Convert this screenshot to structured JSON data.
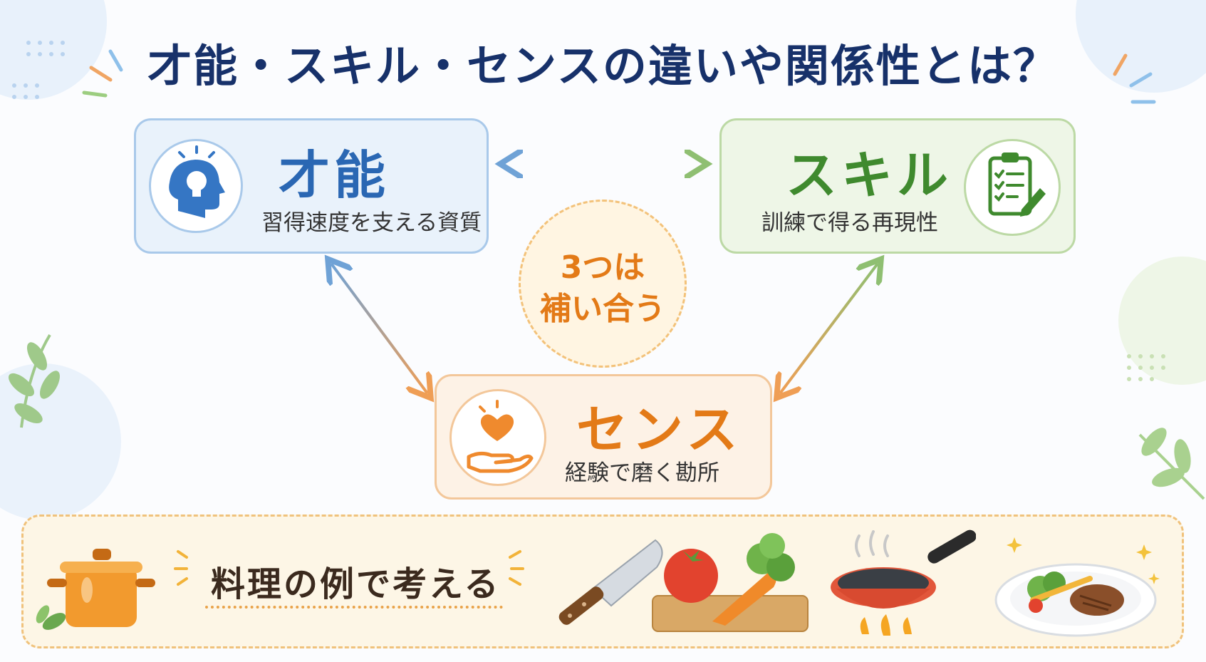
{
  "title": "才能・スキル・センスの違いや関係性とは？",
  "talent": {
    "title": "才能",
    "subtitle": "習得速度を支える資質",
    "icon": "head-lightbulb-icon"
  },
  "skill": {
    "title": "スキル",
    "subtitle": "訓練で得る再現性",
    "icon": "clipboard-checklist-icon"
  },
  "sense": {
    "title": "センス",
    "subtitle": "経験で磨く勘所",
    "icon": "heart-hand-icon"
  },
  "center": {
    "line1": "3つは",
    "line2": "補い合う"
  },
  "example": {
    "label": "料理の例で考える",
    "icons": [
      "pot-icon",
      "knife-icon",
      "vegetables-cutting-board-icon",
      "frying-pan-icon",
      "plated-dish-icon"
    ]
  },
  "colors": {
    "title": "#17316a",
    "talent": "#2a67b3",
    "skill": "#3f8a2e",
    "sense": "#e37a17"
  }
}
